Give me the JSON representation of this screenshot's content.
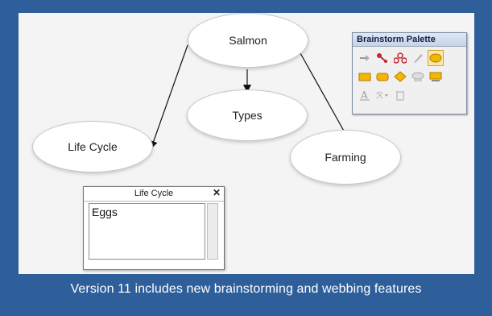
{
  "mindmap": {
    "nodes": {
      "salmon": "Salmon",
      "types": "Types",
      "life_cycle": "Life Cycle",
      "farming": "Farming"
    }
  },
  "palette": {
    "title": "Brainstorm Palette",
    "tools": [
      "link-icon",
      "link-style-icon",
      "grouping-icon",
      "pen-icon",
      "ellipse-shape-icon",
      "rectangle-shape-icon",
      "rounded-rectangle-shape-icon",
      "diamond-shape-icon",
      "cloud-shape-icon",
      "note-shape-icon",
      "text-tool-icon",
      "text-style-icon",
      "trash-icon"
    ],
    "active_tool": "ellipse-shape-icon"
  },
  "notes_window": {
    "title": "Life Cycle",
    "close": "✕",
    "content": "Eggs"
  },
  "caption": "Version 11 includes new brainstorming and webbing  features",
  "colors": {
    "frame": "#2f5f9a",
    "shape_fill": "#f2b705",
    "link_red": "#c1272d"
  }
}
